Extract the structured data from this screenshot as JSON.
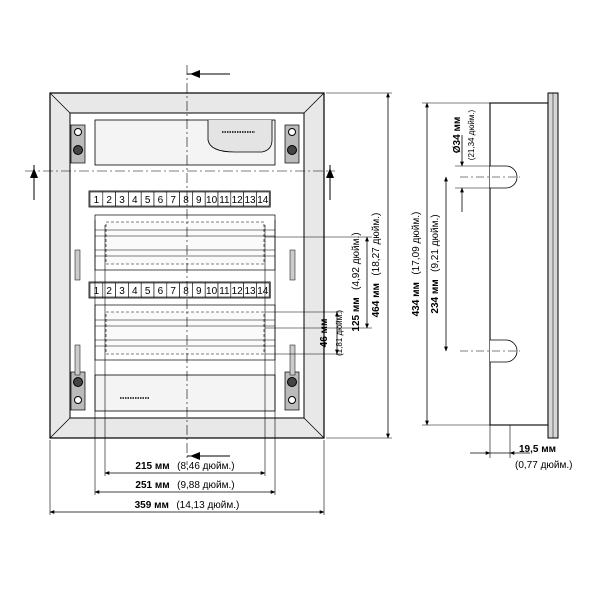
{
  "terminal_row_top": [
    "1",
    "2",
    "3",
    "4",
    "5",
    "6",
    "7",
    "8",
    "9",
    "10",
    "11",
    "12",
    "13",
    "14"
  ],
  "terminal_row_bottom": [
    "1",
    "2",
    "3",
    "4",
    "5",
    "6",
    "7",
    "8",
    "9",
    "10",
    "11",
    "12",
    "13",
    "14"
  ],
  "dims": {
    "w215": {
      "value": "215 мм",
      "note": "(8,46 дюйм.)"
    },
    "w251": {
      "value": "251 мм",
      "note": "(9,88 дюйм.)"
    },
    "w359": {
      "value": "359 мм",
      "note": "(14,13 дюйм.)"
    },
    "h464": {
      "value": "464 мм",
      "note": "(18,27 дюйм.)"
    },
    "h125": {
      "value": "125 мм",
      "note": "(4,92 дюйм.)"
    },
    "h46": {
      "value": "46 мм",
      "note": "(1,81 дюйм.)"
    },
    "h434": {
      "value": "434 мм",
      "note": "(17,09 дюйм.)"
    },
    "h234": {
      "value": "234 мм",
      "note": "(9,21 дюйм.)"
    },
    "d34": {
      "value": "Ø34 мм",
      "note": "(21,34 дюйм.)"
    },
    "d195": {
      "value": "19,5 мм",
      "note": "(0,77 дюйм.)"
    }
  }
}
